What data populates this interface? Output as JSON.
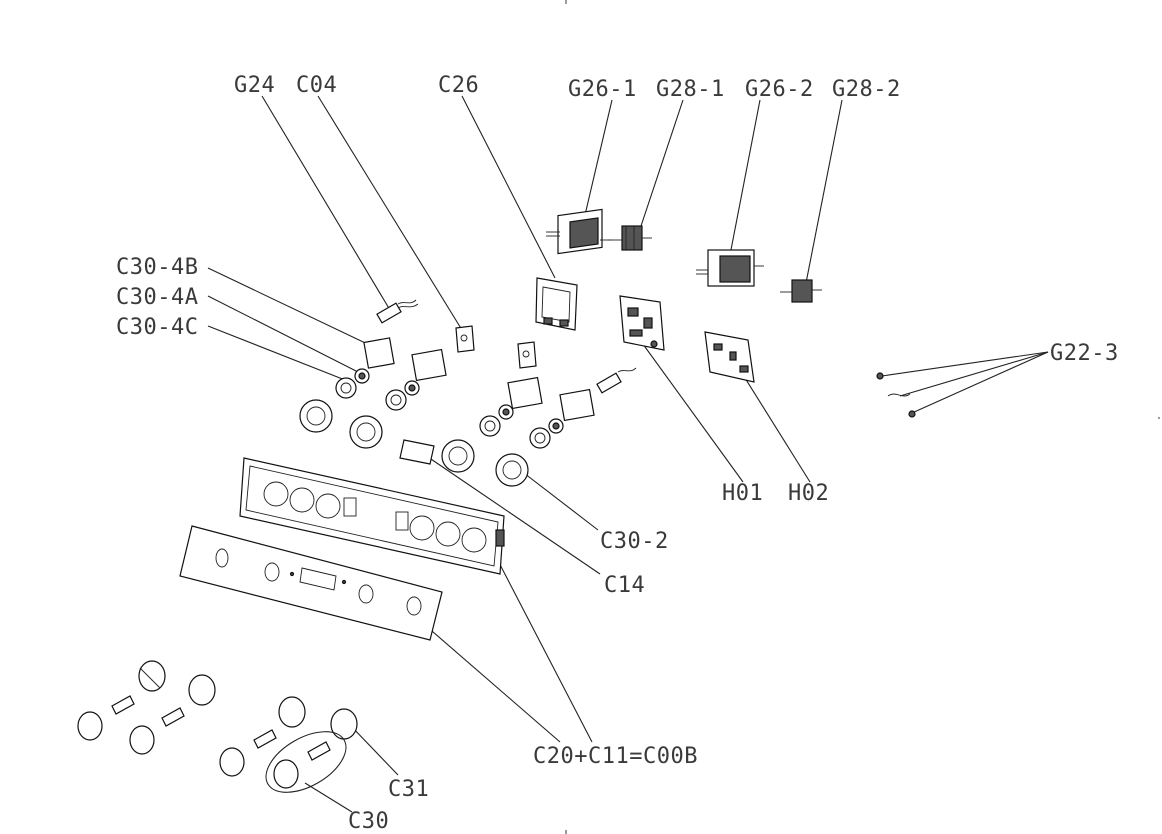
{
  "diagram": {
    "labels": {
      "G24": "G24",
      "C04": "C04",
      "C26": "C26",
      "G26_1": "G26-1",
      "G28_1": "G28-1",
      "G26_2": "G26-2",
      "G28_2": "G28-2",
      "C30_4B": "C30-4B",
      "C30_4A": "C30-4A",
      "C30_4C": "C30-4C",
      "G22_3": "G22-3",
      "H01": "H01",
      "H02": "H02",
      "C30_2": "C30-2",
      "C14": "C14",
      "C20_C11_C00B": "C20+C11=C00B",
      "C31": "C31",
      "C30": "C30"
    }
  }
}
